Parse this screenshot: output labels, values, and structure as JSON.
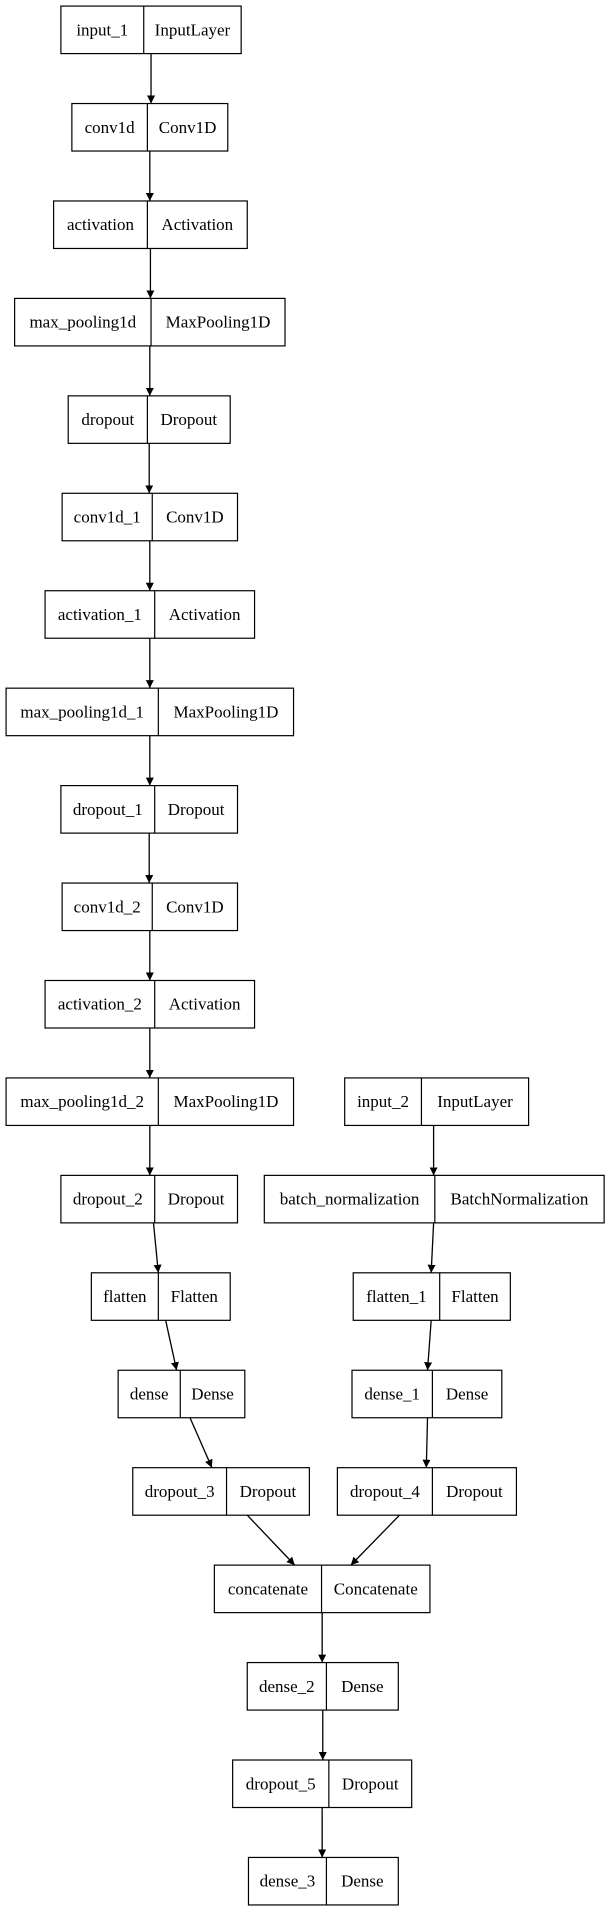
{
  "nodes": [
    {
      "id": "input_1",
      "name": "input_1",
      "type": "InputLayer"
    },
    {
      "id": "conv1d",
      "name": "conv1d",
      "type": "Conv1D"
    },
    {
      "id": "activation",
      "name": "activation",
      "type": "Activation"
    },
    {
      "id": "max_pooling1d",
      "name": "max_pooling1d",
      "type": "MaxPooling1D"
    },
    {
      "id": "dropout",
      "name": "dropout",
      "type": "Dropout"
    },
    {
      "id": "conv1d_1",
      "name": "conv1d_1",
      "type": "Conv1D"
    },
    {
      "id": "activation_1",
      "name": "activation_1",
      "type": "Activation"
    },
    {
      "id": "max_pooling1d_1",
      "name": "max_pooling1d_1",
      "type": "MaxPooling1D"
    },
    {
      "id": "dropout_1",
      "name": "dropout_1",
      "type": "Dropout"
    },
    {
      "id": "conv1d_2",
      "name": "conv1d_2",
      "type": "Conv1D"
    },
    {
      "id": "activation_2",
      "name": "activation_2",
      "type": "Activation"
    },
    {
      "id": "max_pooling1d_2",
      "name": "max_pooling1d_2",
      "type": "MaxPooling1D"
    },
    {
      "id": "dropout_2",
      "name": "dropout_2",
      "type": "Dropout"
    },
    {
      "id": "flatten",
      "name": "flatten",
      "type": "Flatten"
    },
    {
      "id": "dense",
      "name": "dense",
      "type": "Dense"
    },
    {
      "id": "dropout_3",
      "name": "dropout_3",
      "type": "Dropout"
    },
    {
      "id": "input_2",
      "name": "input_2",
      "type": "InputLayer"
    },
    {
      "id": "batch_normalization",
      "name": "batch_normalization",
      "type": "BatchNormalization"
    },
    {
      "id": "flatten_1",
      "name": "flatten_1",
      "type": "Flatten"
    },
    {
      "id": "dense_1",
      "name": "dense_1",
      "type": "Dense"
    },
    {
      "id": "dropout_4",
      "name": "dropout_4",
      "type": "Dropout"
    },
    {
      "id": "concatenate",
      "name": "concatenate",
      "type": "Concatenate"
    },
    {
      "id": "dense_2",
      "name": "dense_2",
      "type": "Dense"
    },
    {
      "id": "dropout_5",
      "name": "dropout_5",
      "type": "Dropout"
    },
    {
      "id": "dense_3",
      "name": "dense_3",
      "type": "Dense"
    }
  ],
  "edges": [
    [
      "input_1",
      "conv1d"
    ],
    [
      "conv1d",
      "activation"
    ],
    [
      "activation",
      "max_pooling1d"
    ],
    [
      "max_pooling1d",
      "dropout"
    ],
    [
      "dropout",
      "conv1d_1"
    ],
    [
      "conv1d_1",
      "activation_1"
    ],
    [
      "activation_1",
      "max_pooling1d_1"
    ],
    [
      "max_pooling1d_1",
      "dropout_1"
    ],
    [
      "dropout_1",
      "conv1d_2"
    ],
    [
      "conv1d_2",
      "activation_2"
    ],
    [
      "activation_2",
      "max_pooling1d_2"
    ],
    [
      "max_pooling1d_2",
      "dropout_2"
    ],
    [
      "dropout_2",
      "flatten"
    ],
    [
      "flatten",
      "dense"
    ],
    [
      "dense",
      "dropout_3"
    ],
    [
      "input_2",
      "batch_normalization"
    ],
    [
      "batch_normalization",
      "flatten_1"
    ],
    [
      "flatten_1",
      "dense_1"
    ],
    [
      "dense_1",
      "dropout_4"
    ],
    [
      "dropout_3",
      "concatenate"
    ],
    [
      "dropout_4",
      "concatenate"
    ],
    [
      "concatenate",
      "dense_2"
    ],
    [
      "dense_2",
      "dropout_5"
    ],
    [
      "dropout_5",
      "dense_3"
    ]
  ]
}
